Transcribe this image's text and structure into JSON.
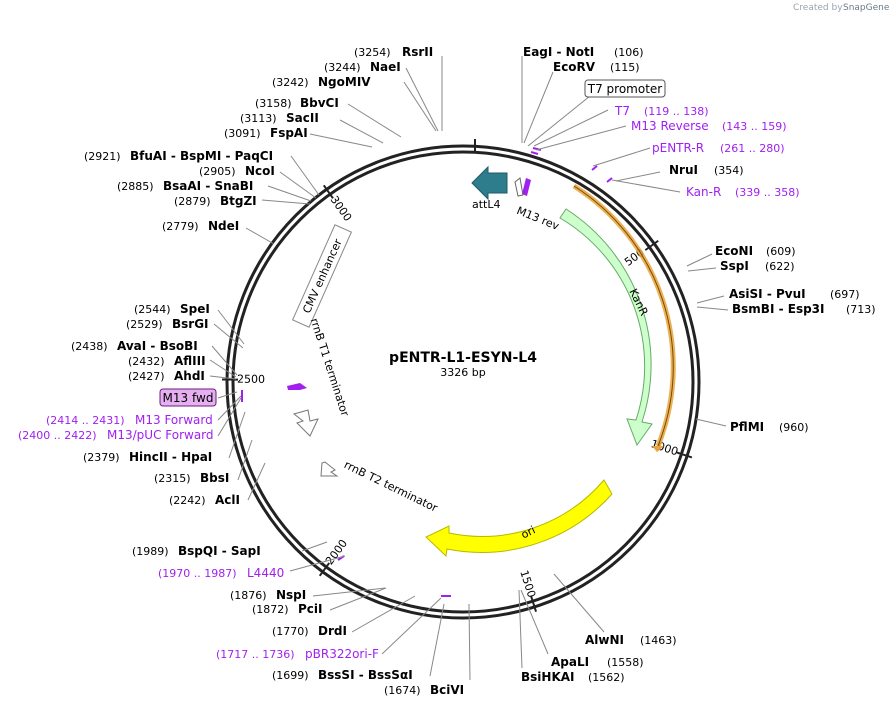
{
  "header": {
    "created_by": "Created by",
    "brand": "SnapGene"
  },
  "map": {
    "name": "pENTR-L1-ESYN-L4",
    "length_label": "3326 bp",
    "total_bp": 3326
  },
  "ticks": [
    {
      "label": "500",
      "bp": 500
    },
    {
      "label": "1000",
      "bp": 1000
    },
    {
      "label": "1500",
      "bp": 1500
    },
    {
      "label": "2000",
      "bp": 2000
    },
    {
      "label": "2500",
      "bp": 2500
    },
    {
      "label": "3000",
      "bp": 3000
    }
  ],
  "enzymes": [
    {
      "name": "RsrII",
      "pos": "(3254)"
    },
    {
      "name": "NaeI",
      "pos": "(3244)"
    },
    {
      "name": "NgoMIV",
      "pos": "(3242)"
    },
    {
      "name": "BbvCI",
      "pos": "(3158)"
    },
    {
      "name": "SacII",
      "pos": "(3113)"
    },
    {
      "name": "FspAI",
      "pos": "(3091)"
    },
    {
      "name": "BfuAI - BspMI - PaqCI",
      "pos": "(2921)"
    },
    {
      "name": "NcoI",
      "pos": "(2905)"
    },
    {
      "name": "BsaAI - SnaBI",
      "pos": "(2885)"
    },
    {
      "name": "BtgZI",
      "pos": "(2879)"
    },
    {
      "name": "NdeI",
      "pos": "(2779)"
    },
    {
      "name": "SpeI",
      "pos": "(2544)"
    },
    {
      "name": "BsrGI",
      "pos": "(2529)"
    },
    {
      "name": "AvaI - BsoBI",
      "pos": "(2438)"
    },
    {
      "name": "AflIII",
      "pos": "(2432)"
    },
    {
      "name": "AhdI",
      "pos": "(2427)"
    },
    {
      "name": "HincII - HpaI",
      "pos": "(2379)"
    },
    {
      "name": "BbsI",
      "pos": "(2315)"
    },
    {
      "name": "AclI",
      "pos": "(2242)"
    },
    {
      "name": "BspQI - SapI",
      "pos": "(1989)"
    },
    {
      "name": "NspI",
      "pos": "(1876)"
    },
    {
      "name": "PciI",
      "pos": "(1872)"
    },
    {
      "name": "DrdI",
      "pos": "(1770)"
    },
    {
      "name": "BssSI - BssSαI",
      "pos": "(1699)"
    },
    {
      "name": "BciVI",
      "pos": "(1674)"
    },
    {
      "name": "EagI - NotI",
      "pos": "(106)"
    },
    {
      "name": "EcoRV",
      "pos": "(115)"
    },
    {
      "name": "NruI",
      "pos": "(354)"
    },
    {
      "name": "EcoNI",
      "pos": "(609)"
    },
    {
      "name": "SspI",
      "pos": "(622)"
    },
    {
      "name": "AsiSI - PvuI",
      "pos": "(697)"
    },
    {
      "name": "BsmBI - Esp3I",
      "pos": "(713)"
    },
    {
      "name": "PflMI",
      "pos": "(960)"
    },
    {
      "name": "AlwNI",
      "pos": "(1463)"
    },
    {
      "name": "ApaLI",
      "pos": "(1558)"
    },
    {
      "name": "BsiHKAI",
      "pos": "(1562)"
    }
  ],
  "primers": [
    {
      "name": "T7",
      "range": "(119 .. 138)"
    },
    {
      "name": "M13 Reverse",
      "range": "(143 .. 159)"
    },
    {
      "name": "pENTR-R",
      "range": "(261 .. 280)"
    },
    {
      "name": "Kan-R",
      "range": "(339 .. 358)"
    },
    {
      "name": "M13 Forward",
      "range": "(2414 .. 2431)"
    },
    {
      "name": "M13/pUC Forward",
      "range": "(2400 .. 2422)"
    },
    {
      "name": "L4440",
      "range": "(1970 .. 1987)"
    },
    {
      "name": "pBR322ori-F",
      "range": "(1717 .. 1736)"
    }
  ],
  "boxed_labels": {
    "t7_promoter": "T7 promoter",
    "m13_fwd": "M13 fwd"
  },
  "features": {
    "attL4": "attL4",
    "m13_rev": "M13 rev",
    "kanr": "KanR",
    "ori": "ori",
    "cmv_enhancer": "CMV enhancer",
    "rrnb_t1": "rrnB T1 terminator",
    "rrnb_t2": "rrnB T2 terminator"
  },
  "colors": {
    "backbone": "#222222",
    "primer": "#a020f0",
    "kanr_fill": "#ccffcc",
    "kanr_stroke": "#66aa66",
    "kan_orf": "#e8a33a",
    "ori_fill": "#ffff00",
    "attl4_fill": "#2e7d8c",
    "m13_fwd_box": "#e6b0f0"
  }
}
